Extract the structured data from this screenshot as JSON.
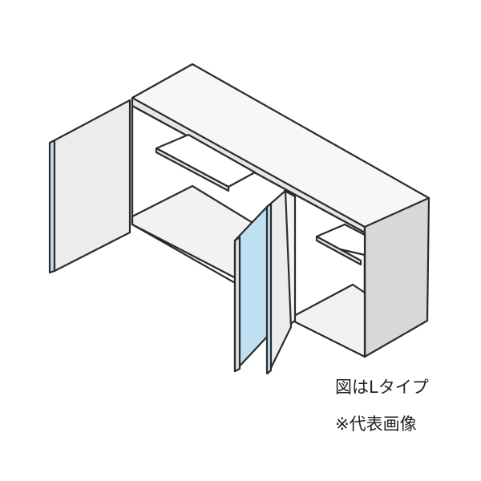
{
  "captions": {
    "type_label": "図はLタイプ",
    "representative_note": "※代表画像"
  },
  "colors": {
    "outline": "#2b2b2b",
    "cabinet_top": "#f7f7f7",
    "cabinet_interior": "#ffffff",
    "cabinet_side": "#d8d8d8",
    "door_panel": "#ececec",
    "door_glass_edge": "#bfe0f3",
    "text": "#222222"
  },
  "icons": {
    "illustration": "open-wall-cabinet-illustration"
  }
}
